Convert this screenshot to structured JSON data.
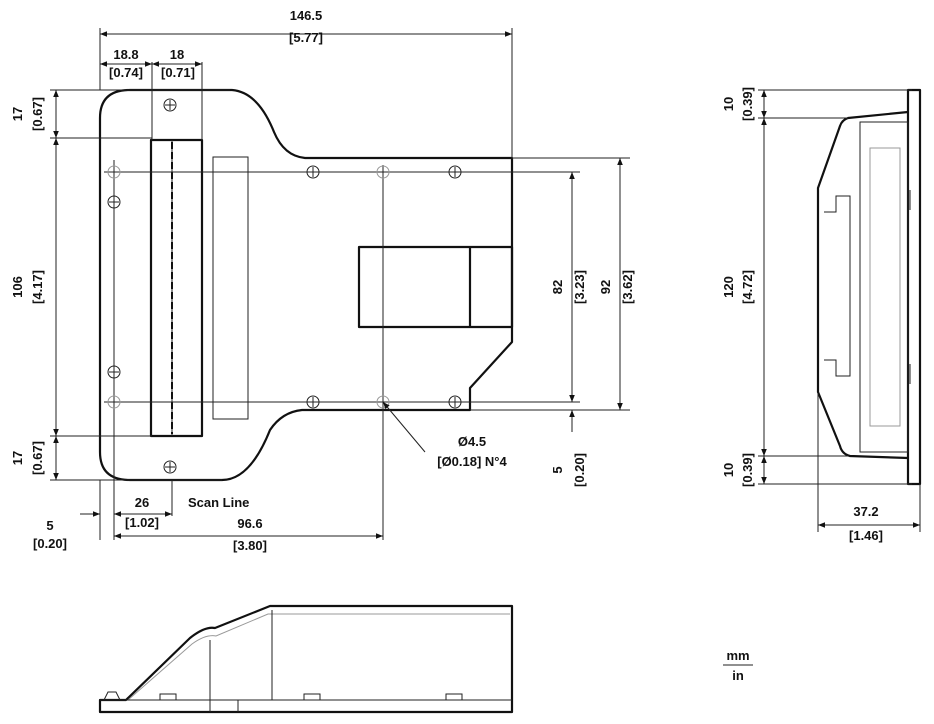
{
  "top_view": {
    "overall_width": {
      "mm": "146.5",
      "in": "[5.77]"
    },
    "flange_width": {
      "mm": "18.8",
      "in": "[0.74]"
    },
    "window_width": {
      "mm": "18",
      "in": "[0.71]"
    },
    "top_offset": {
      "mm": "17",
      "in": "[0.67]"
    },
    "middle_height": {
      "mm": "106",
      "in": "[4.17]"
    },
    "bottom_offset": {
      "mm": "17",
      "in": "[0.67]"
    },
    "hole_spacing": {
      "mm": "82",
      "in": "[3.23]"
    },
    "body_height": {
      "mm": "92",
      "in": "[3.62]"
    },
    "hole_diameter": {
      "mm": "Ø4.5",
      "in": "[Ø0.18] N°4"
    },
    "edge_offset_right": {
      "mm": "5",
      "in": "[0.20]"
    },
    "scan_offset": {
      "mm": "26",
      "in": "[1.02]"
    },
    "scan_line_label": "Scan Line",
    "edge_offset_left": {
      "mm": "5",
      "in": "[0.20]"
    },
    "hole_span": {
      "mm": "96.6",
      "in": "[3.80]"
    }
  },
  "side_view": {
    "top_flange": {
      "mm": "10",
      "in": "[0.39]"
    },
    "height": {
      "mm": "120",
      "in": "[4.72]"
    },
    "bottom_flange": {
      "mm": "10",
      "in": "[0.39]"
    },
    "depth": {
      "mm": "37.2",
      "in": "[1.46]"
    }
  },
  "units_legend": {
    "top": "mm",
    "bottom": "in"
  }
}
